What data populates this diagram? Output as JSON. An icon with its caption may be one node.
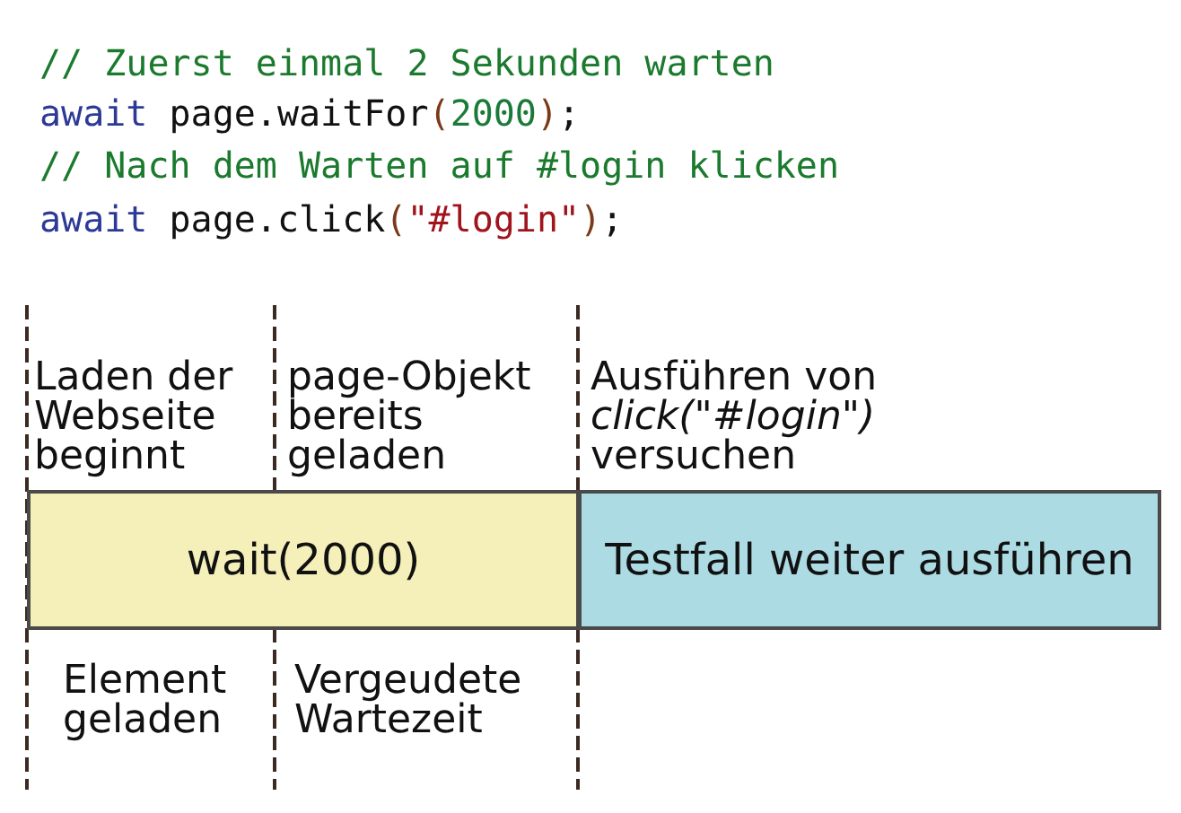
{
  "diagram": {
    "nodes": [
      {
        "text": [
          "wait(2000)"
        ]
      },
      {
        "text": [
          "Testfall weiter ausführen"
        ]
      }
    ],
    "edges": [],
    "labels": [
      "// Zuerst einmal 2 Sekunden warten",
      "await page.waitFor(2000);",
      "// Nach dem Warten auf #login klicken",
      "await page.click(\"#login\");",
      "Laden der Webseite beginnt",
      "page-Objekt bereits geladen",
      "Ausführen von *click(\"#login\")* versuchen",
      "Element geladen",
      "Vergeudete Wartezeit"
    ]
  }
}
